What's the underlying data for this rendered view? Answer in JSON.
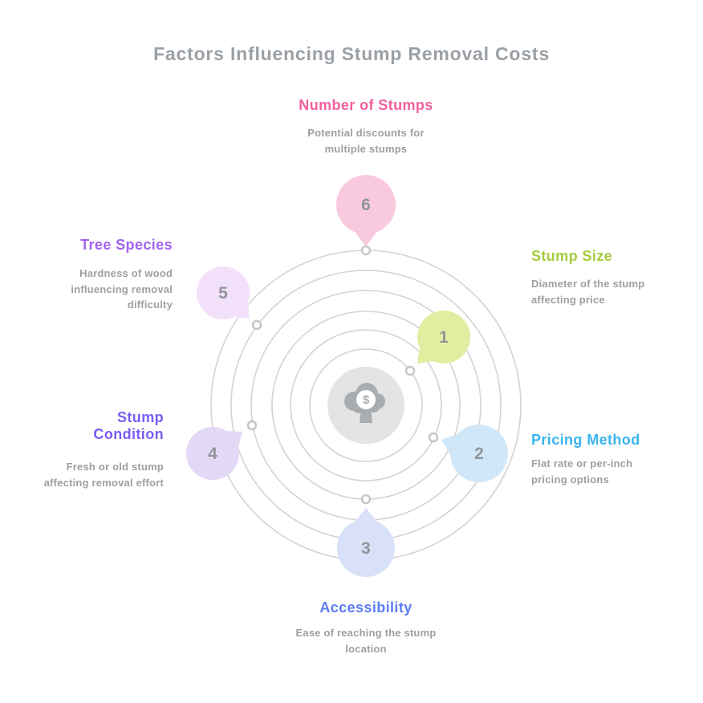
{
  "title": "Factors Influencing Stump Removal Costs",
  "number_color": "#8f959b",
  "center": {
    "dollar_sign": "$"
  },
  "factors": [
    {
      "num": "1",
      "label": "Stump Size",
      "desc": "Diameter of the stump affecting price",
      "label_color": "#a6cb3d",
      "bubble_fill": "#e3eda1"
    },
    {
      "num": "2",
      "label": "Pricing Method",
      "desc": "Flat rate or per-inch pricing options",
      "label_color": "#3ab5ef",
      "bubble_fill": "#cfe7f8"
    },
    {
      "num": "3",
      "label": "Accessibility",
      "desc": "Ease of reaching the stump location",
      "label_color": "#5b7df3",
      "bubble_fill": "#d8e1f8"
    },
    {
      "num": "4",
      "label": "Stump Condition",
      "desc": "Fresh or old stump affecting removal effort",
      "label_color": "#7a5bf5",
      "bubble_fill": "#e3d9f6"
    },
    {
      "num": "5",
      "label": "Tree Species",
      "desc": "Hardness of wood influencing removal difficulty",
      "label_color": "#a263f0",
      "bubble_fill": "#f3e0fa"
    },
    {
      "num": "6",
      "label": "Number of Stumps",
      "desc": "Potential discounts for multiple stumps",
      "label_color": "#f2609f",
      "bubble_fill": "#f9c9de"
    }
  ]
}
